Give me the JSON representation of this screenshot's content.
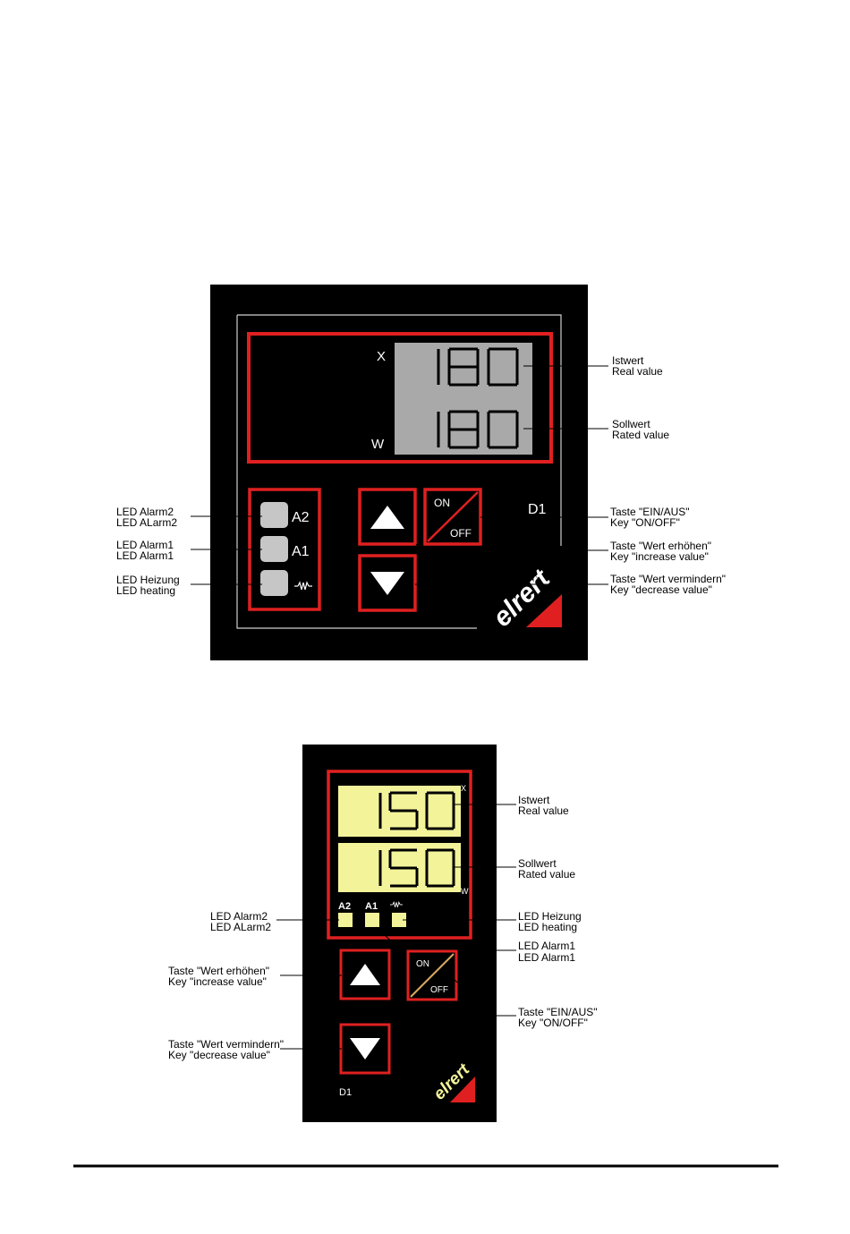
{
  "panel_large": {
    "display_top_label": "X",
    "display_bottom_label": "W",
    "display_top_value": "180",
    "display_bottom_value": "180",
    "led_labels": [
      "A2",
      "A1"
    ],
    "on_label": "ON",
    "off_label": "OFF",
    "device_label": "D1",
    "logo_text": "elrert",
    "colors": {
      "frame": "#e02020",
      "display": "#a9a9a9",
      "panel": "#000000"
    }
  },
  "panel_small": {
    "display_top_label": "X",
    "display_bottom_label": "W",
    "display_top_value": "150",
    "display_bottom_value": "150",
    "led_labels": [
      "A2",
      "A1"
    ],
    "on_label": "ON",
    "off_label": "OFF",
    "device_label": "D1",
    "logo_text": "elrert",
    "colors": {
      "frame": "#e02020",
      "display": "#f3f39a",
      "led": "#f3f39a"
    }
  },
  "labels": {
    "real_value": [
      "Istwert",
      "Real  value"
    ],
    "rated_value": [
      "Sollwert",
      "Rated  value"
    ],
    "led_alarm2": [
      "LED  Alarm2",
      "LED  ALarm2"
    ],
    "led_alarm1": [
      "LED  Alarm1",
      "LED  Alarm1"
    ],
    "led_heating": [
      "LED  Heizung",
      "LED  heating"
    ],
    "key_onoff": [
      "Taste  \"EIN/AUS\"",
      "Key  \"ON/OFF\""
    ],
    "key_increase": [
      "Taste  \"Wert  erhöhen\"",
      "Key    \"increase  value\""
    ],
    "key_decrease": [
      "Taste  \"Wert  vermindern\"",
      "Key    \"decrease  value\""
    ]
  }
}
